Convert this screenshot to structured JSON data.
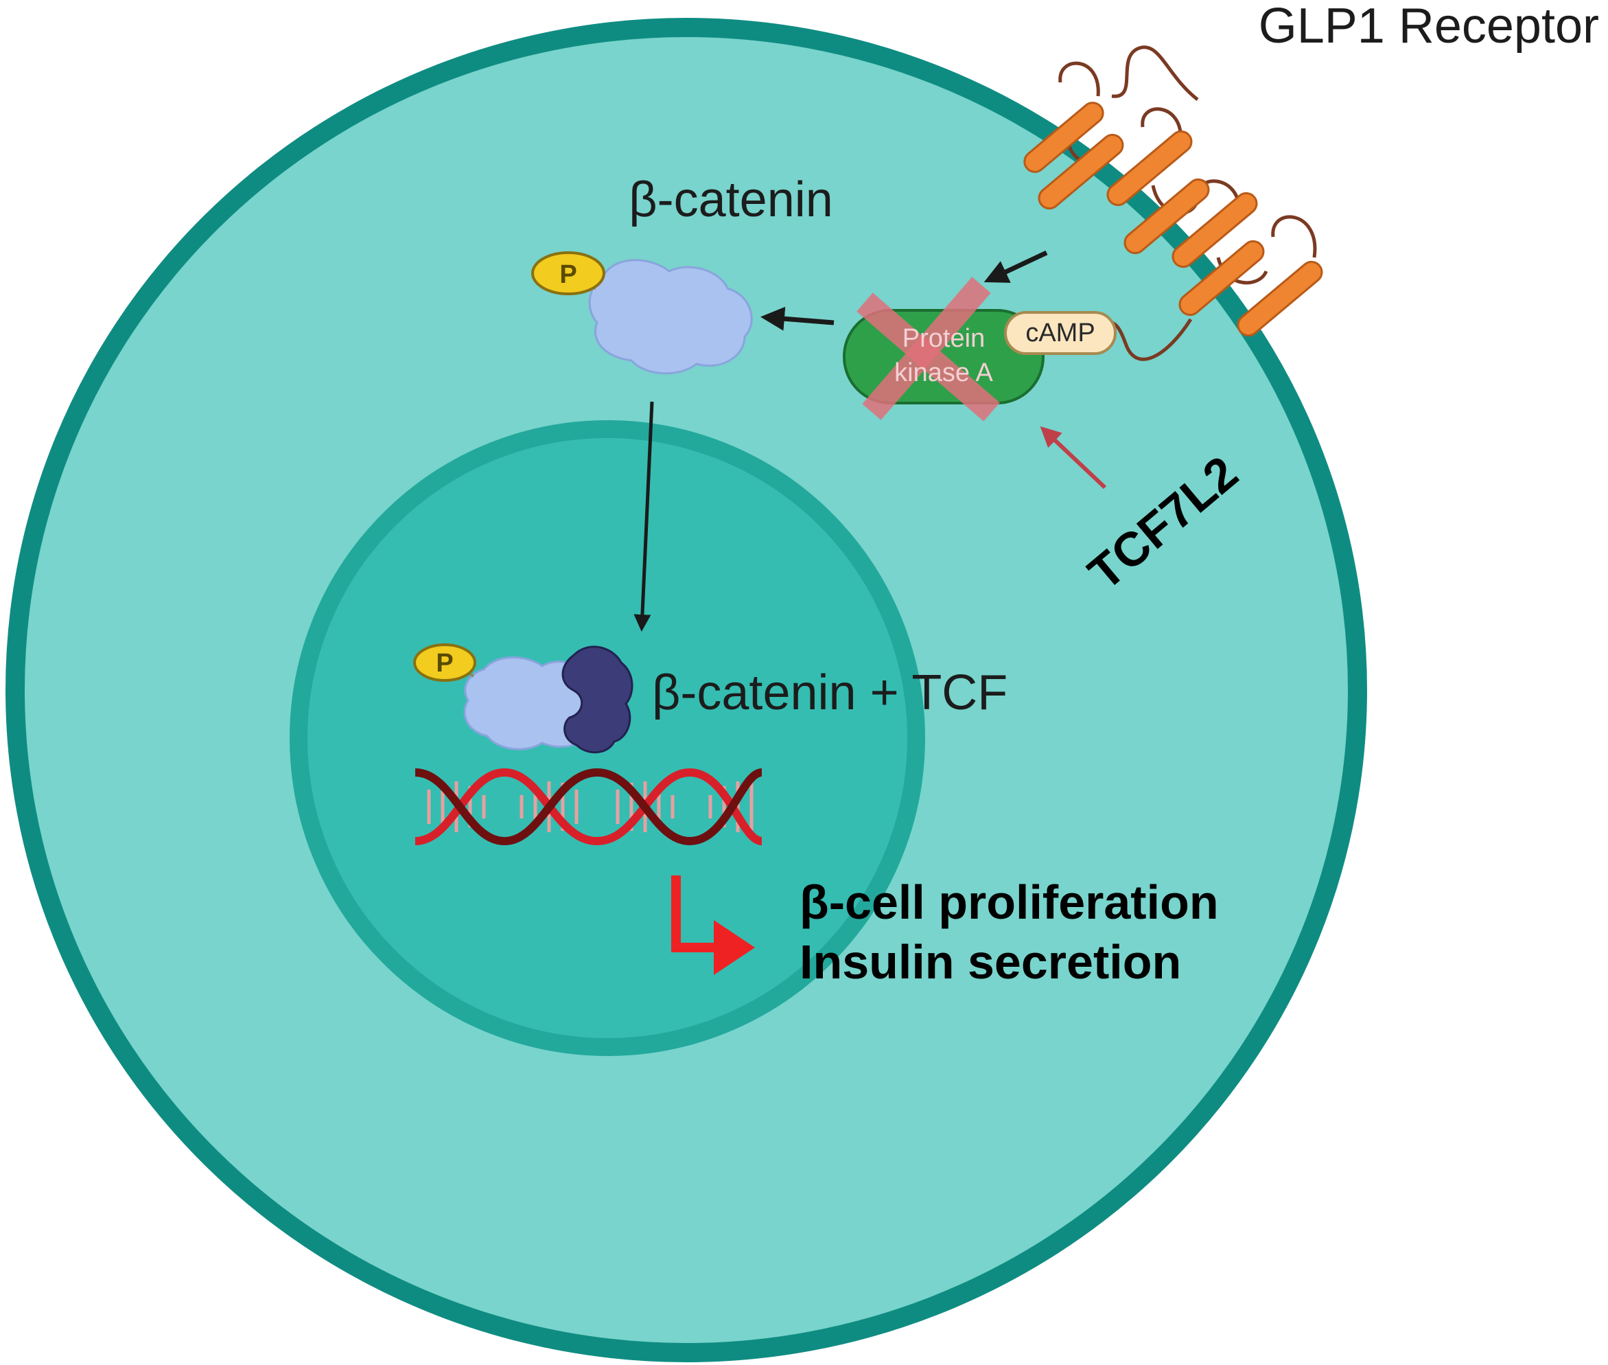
{
  "labels": {
    "receptor": "GLP1 Receptor",
    "beta_catenin": "β-catenin",
    "phospho": "P",
    "phospho_nucleus": "P",
    "protein_kinase_line1": "Protein",
    "protein_kinase_line2": "kinase A",
    "camp": "cAMP",
    "tcf7l2": "TCF7L2",
    "complex": "β-catenin + TCF",
    "outcome_line1": "β-cell proliferation",
    "outcome_line2": "Insulin secretion"
  },
  "colors": {
    "cytoplasm": "#78d4cc",
    "membrane": "#0f8c82",
    "nucleus": "#35bdb2",
    "nuclear_envelope": "#23a89c",
    "receptor": "#ef8530",
    "receptor_loop": "#7a3a22",
    "pka": "#2ea04a",
    "inhibition_cross": "#e0707a",
    "camp_fill": "#fbe6c0",
    "phosphate": "#f2cc1e",
    "beta_catenin_protein": "#a9c2f0",
    "tcf_protein": "#3c3c78",
    "dna_strand_a": "#d8202a",
    "dna_strand_b": "#6e1010",
    "transcription_arrow": "#ee2222",
    "tcf7l2_arrow": "#c0404a"
  }
}
